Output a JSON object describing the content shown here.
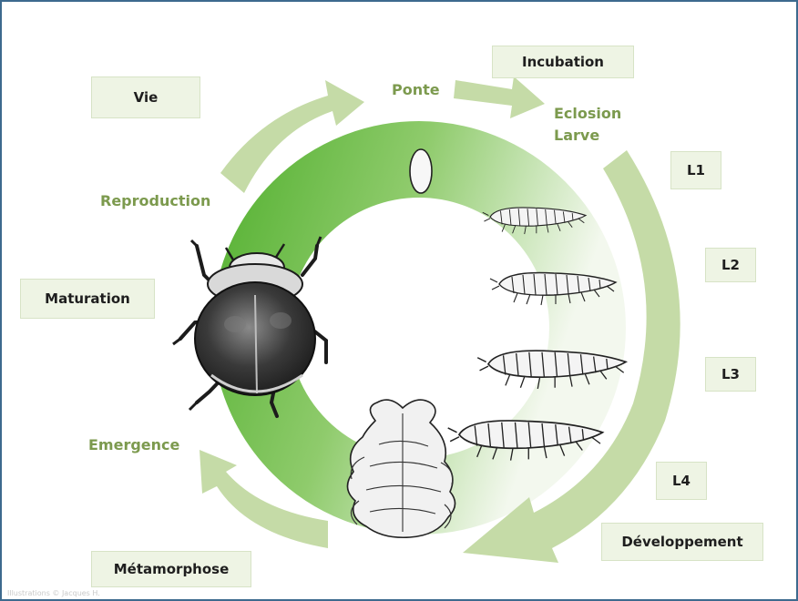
{
  "stages": {
    "vie": "Vie",
    "incubation": "Incubation",
    "maturation": "Maturation",
    "l1": "L1",
    "l2": "L2",
    "l3": "L3",
    "l4": "L4",
    "developpement": "Développement",
    "metamorphose": "Métamorphose"
  },
  "events": {
    "ponte": "Ponte",
    "eclosion": "Eclosion",
    "larve": "Larve",
    "reproduction": "Reproduction",
    "emergence": "Emergence"
  },
  "illustrations": {
    "egg": "egg-icon",
    "larvae": [
      "larva-l1-icon",
      "larva-l2-icon",
      "larva-l3-icon",
      "larva-l4-icon"
    ],
    "pupa": "pupa-icon",
    "adult": "ladybird-beetle-icon"
  },
  "colors": {
    "ring_dark": "#5db53a",
    "ring_light": "#f3f8ee",
    "arrow": "#c5dba7",
    "label_green": "#7c9a4e",
    "box_bg": "#eef4e4",
    "frame": "#3d6a8e"
  },
  "credit": "Illustrations © Jacques H."
}
